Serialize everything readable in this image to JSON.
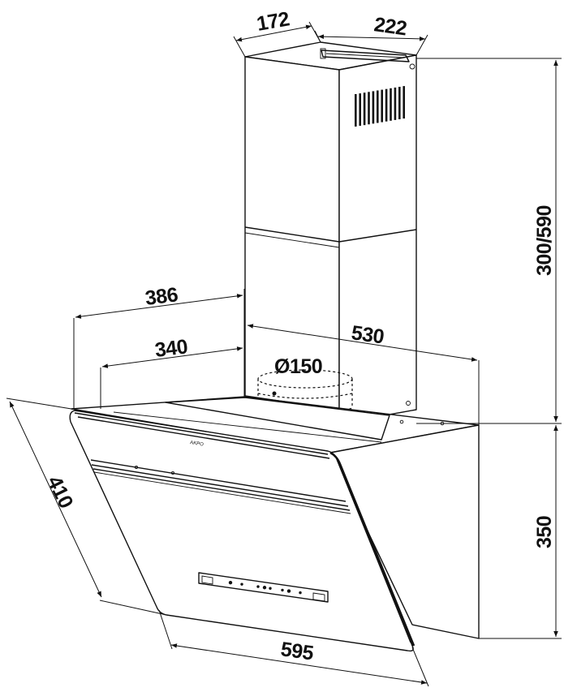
{
  "dimensions": {
    "chimney_depth": "172",
    "chimney_width": "222",
    "chimney_height": "300/590",
    "depth_outer": "386",
    "depth_inner": "340",
    "body_width_top": "530",
    "duct_diameter": "Ø150",
    "panel_length": "410",
    "hood_height": "350",
    "hood_width": "595"
  },
  "panel": {
    "brand_text": "AKPO"
  },
  "colors": {
    "line": "#111111",
    "background": "#ffffff"
  }
}
